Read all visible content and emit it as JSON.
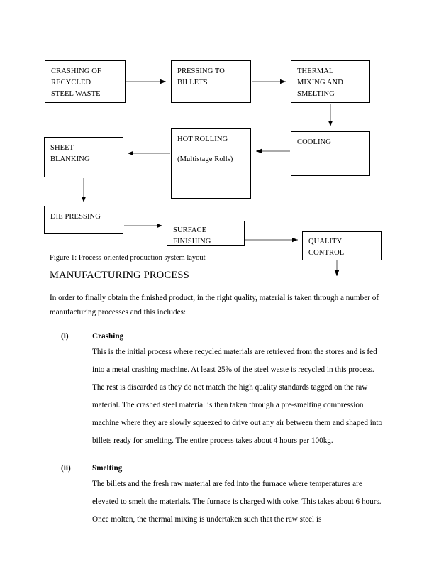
{
  "figure": {
    "caption": "Figure 1: Process-oriented production system layout",
    "nodes": [
      {
        "id": "crashing",
        "lines": [
          "CRASHING OF",
          "RECYCLED",
          "STEEL WASTE"
        ]
      },
      {
        "id": "pressing",
        "lines": [
          "PRESSING TO",
          "BILLETS"
        ]
      },
      {
        "id": "thermal",
        "lines": [
          "THERMAL",
          "MIXING AND",
          "SMELTING"
        ]
      },
      {
        "id": "cooling",
        "lines": [
          "COOLING"
        ]
      },
      {
        "id": "hotrolling",
        "lines": [
          "HOT ROLLING",
          "(Multistage Rolls)"
        ]
      },
      {
        "id": "sheet",
        "lines": [
          "SHEET",
          "BLANKING"
        ]
      },
      {
        "id": "diepress",
        "lines": [
          "DIE PRESSING"
        ]
      },
      {
        "id": "surface",
        "lines": [
          "SURFACE",
          "FINISHING"
        ]
      },
      {
        "id": "quality",
        "lines": [
          "QUALITY",
          "CONTROL"
        ]
      }
    ]
  },
  "document": {
    "heading": "MANUFACTURING PROCESS",
    "intro": "In order to finally obtain the finished product, in the right quality, material is taken through a number of manufacturing processes and this includes:",
    "items": [
      {
        "marker": "(i)",
        "title": "Crashing",
        "body": "This is the initial process where recycled materials are retrieved from the stores and is fed into a metal crashing machine. At least 25% of the steel waste is recycled in this process. The rest is discarded as they do not match the high quality standards tagged on the raw material. The crashed steel material is then taken through a pre-smelting compression machine where they are slowly squeezed to drive out any air between them and shaped into billets ready for smelting. The entire process takes about 4 hours per 100kg."
      },
      {
        "marker": "(ii)",
        "title": "Smelting",
        "body": "The billets and the fresh raw material are fed into the furnace where temperatures are elevated to smelt the materials. The furnace is charged with coke. This takes about 6 hours. Once molten, the thermal mixing is undertaken such that the raw steel is"
      }
    ]
  },
  "colors": {
    "text": "#000000",
    "border": "#000000",
    "connector": "#555555",
    "page": "#ffffff"
  }
}
